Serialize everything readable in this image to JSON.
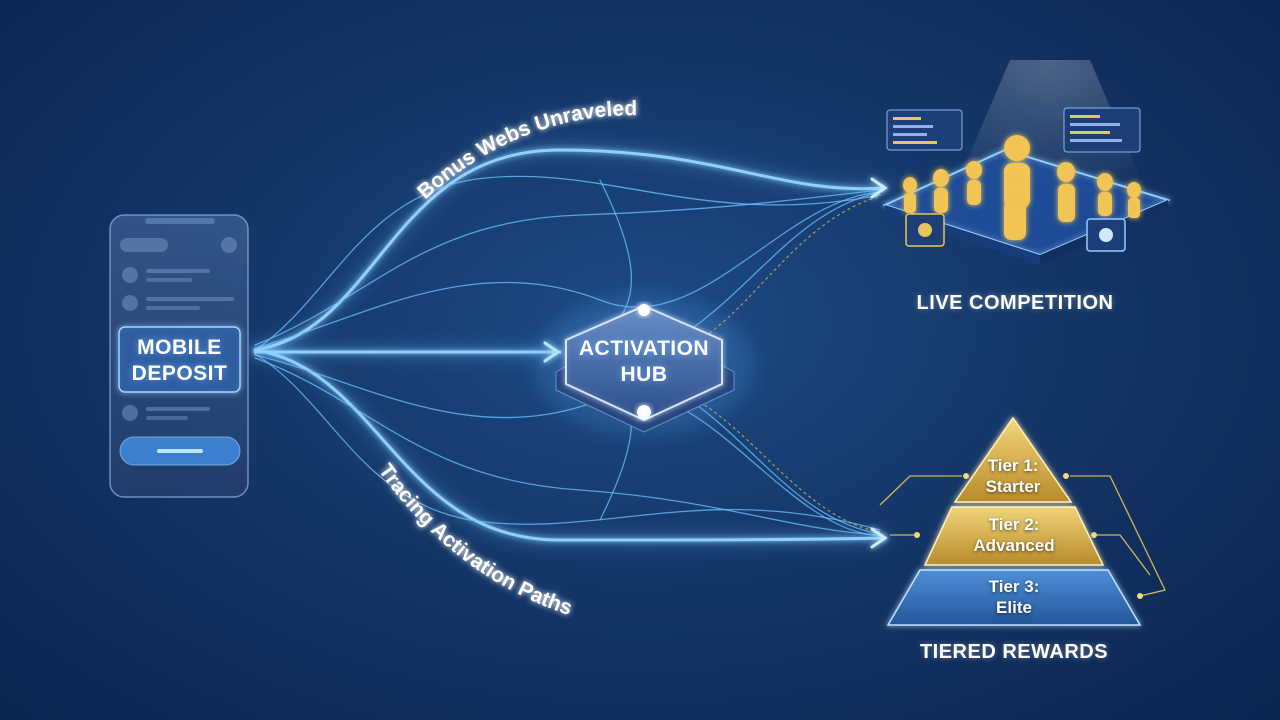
{
  "labels": {
    "top_path": "Bonus Webs Unraveled",
    "bottom_path": "Tracing Activation Paths"
  },
  "nodes": {
    "mobile_deposit": {
      "line1": "MOBILE",
      "line2": "DEPOSIT"
    },
    "activation_hub": {
      "line1": "ACTIVATION",
      "line2": "HUB"
    },
    "live_competition": {
      "label": "LIVE COMPETITION"
    },
    "tiered_rewards": {
      "label": "TIERED REWARDS"
    }
  },
  "tiers": [
    {
      "line1": "Tier 1:",
      "line2": "Starter"
    },
    {
      "line1": "Tier 2:",
      "line2": "Advanced"
    },
    {
      "line1": "Tier 3:",
      "line2": "Elite"
    }
  ],
  "colors": {
    "background": "#143768",
    "flow_blue": "#5fb8ff",
    "gold": "#e8c45a",
    "tier3_blue": "#3f7fc8"
  }
}
